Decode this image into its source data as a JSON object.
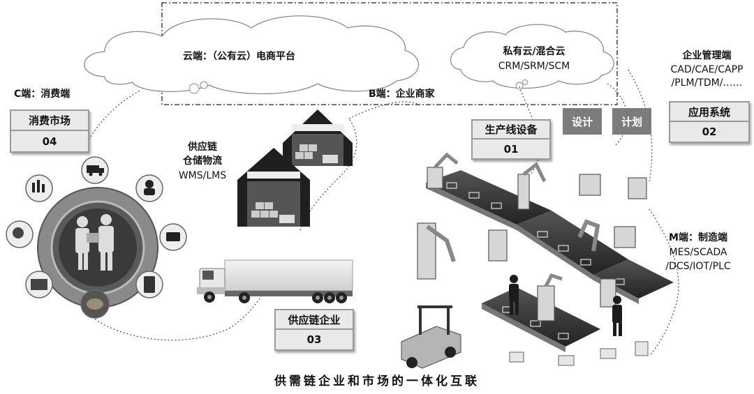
{
  "cloud_public": {
    "label": "云端：（公有云）电商平台"
  },
  "cloud_private": {
    "title": "私有云/混合云",
    "systems": "CRM/SRM/SCM"
  },
  "b_end": {
    "label": "B端：企业商家"
  },
  "c_end": {
    "label": "C端：消费端"
  },
  "enterprise_mgmt": {
    "title": "企业管理端",
    "line1": "CAD/CAE/CAPP",
    "line2": "/PLM/TDM/……"
  },
  "warehouse": {
    "line1": "供应链",
    "line2": "仓储物流",
    "line3": "WMS/LMS"
  },
  "m_end": {
    "title": "M端：制造端",
    "line1": "MES/SCADA",
    "line2": "/DCS/IOT/PLC"
  },
  "tags": {
    "design": "设计",
    "plan": "计划"
  },
  "boxes": {
    "consumer_market": {
      "name": "消费市场",
      "num": "04"
    },
    "production_equipment": {
      "name": "生产线设备",
      "num": "01"
    },
    "application_system": {
      "name": "应用系统",
      "num": "02"
    },
    "supply_chain_enterprise": {
      "name": "供应链企业",
      "num": "03"
    }
  },
  "caption": "供需链企业和市场的一体化互联",
  "colors": {
    "tag_bg": "#7c7c7c",
    "box_bg": "#e9e9e9",
    "box_border": "#9a9a9a",
    "dark": "#1f1f1f"
  }
}
